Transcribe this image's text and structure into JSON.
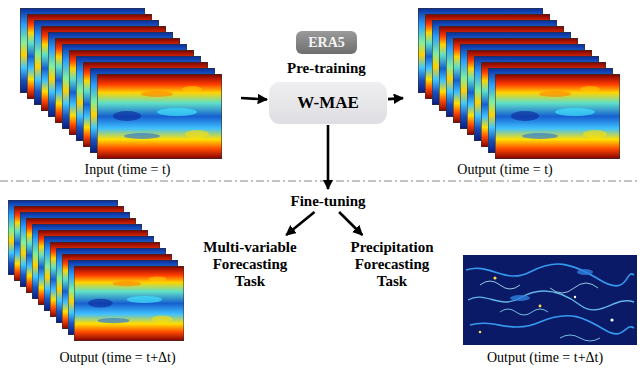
{
  "diagram": {
    "nodes": [
      {
        "text": [
          "ERA5"
        ]
      },
      {
        "text": [
          "Input (time = t)"
        ]
      },
      {
        "text": [
          "W-MAE"
        ]
      },
      {
        "text": [
          "Output (time = t)"
        ]
      },
      {
        "text": [
          "Fine-tuning"
        ]
      },
      {
        "text": [
          "Multi-variable Forecasting Task"
        ]
      },
      {
        "text": [
          "Precipitation Forecasting Task"
        ]
      },
      {
        "text": [
          "Output (time = t+Δt)"
        ]
      },
      {
        "text": [
          "Output (time = t+Δt)"
        ]
      }
    ],
    "edges": [
      {
        "from": 1,
        "to": 2,
        "arrow": "to"
      },
      {
        "from": 2,
        "to": 3,
        "arrow": "to"
      },
      {
        "from": 2,
        "to": 4,
        "arrow": "to"
      },
      {
        "from": 4,
        "to": 5,
        "arrow": "to"
      },
      {
        "from": 4,
        "to": 6,
        "arrow": "to"
      }
    ],
    "labels": [
      "Pre-training"
    ]
  }
}
